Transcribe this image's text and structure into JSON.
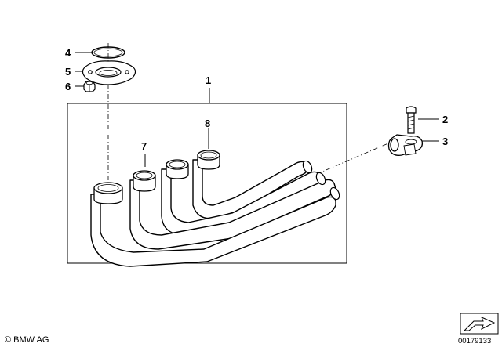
{
  "callouts": {
    "c1": "1",
    "c2": "2",
    "c3": "3",
    "c4": "4",
    "c5": "5",
    "c6": "6",
    "c7": "7",
    "c8": "8"
  },
  "footer": {
    "copyright": "© BMW AG",
    "document_number": "00179133"
  }
}
